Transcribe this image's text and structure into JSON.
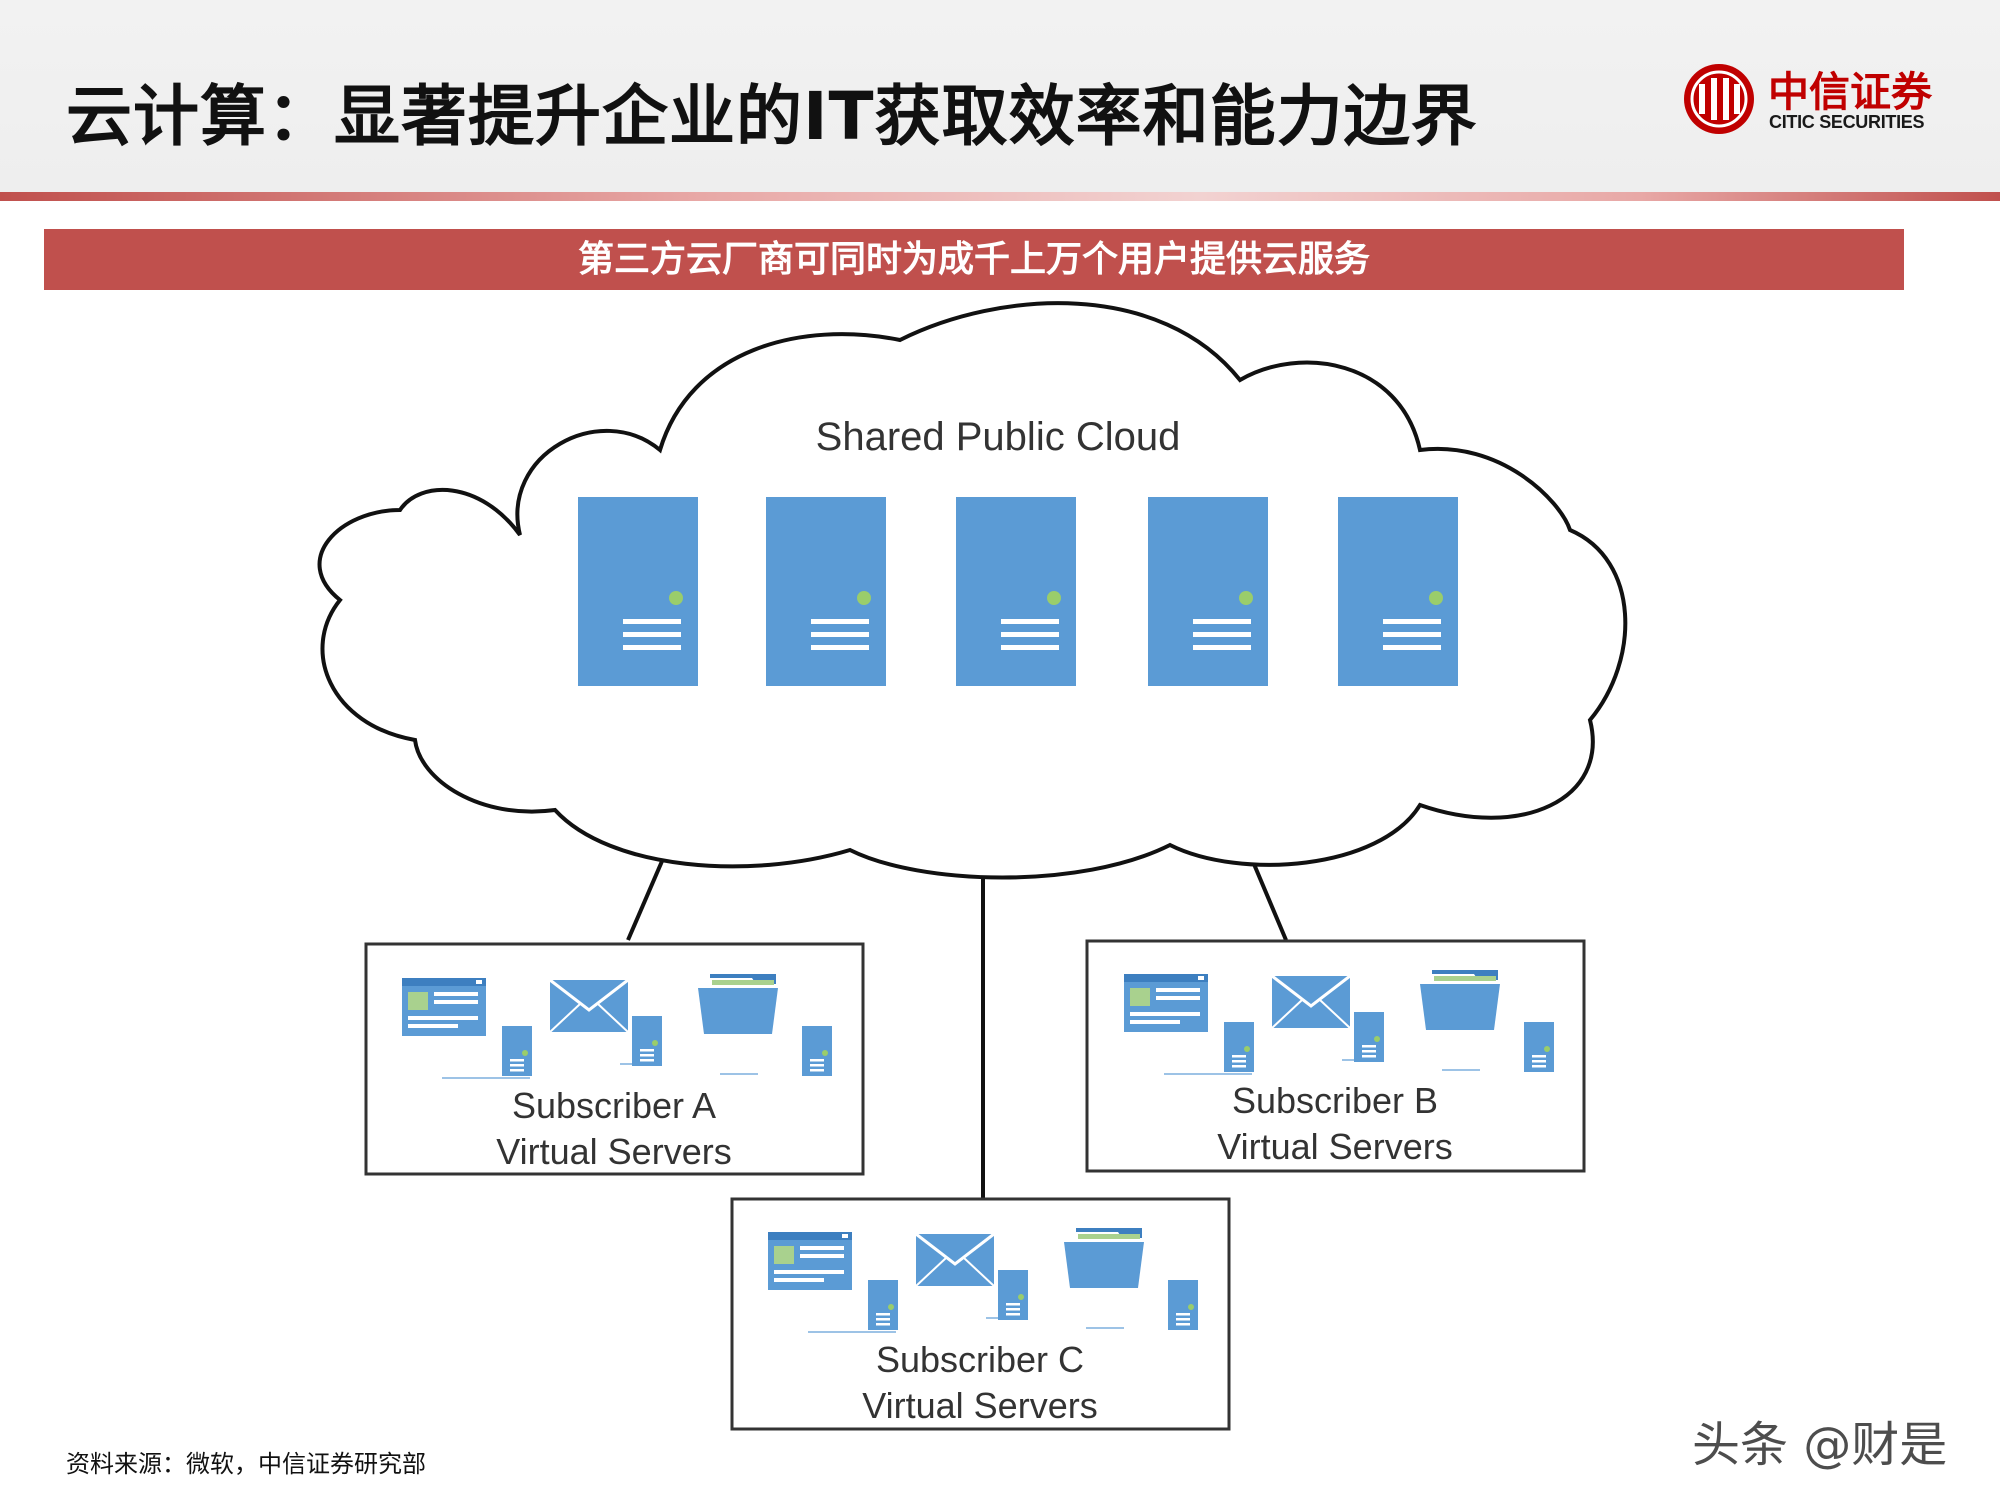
{
  "header": {
    "title": "云计算：显著提升企业的IT获取效率和能力边界",
    "logo": {
      "name_cn": "中信证券",
      "name_en": "CITIC SECURITIES",
      "icon": "citic-logo-icon",
      "color": "#c00000"
    }
  },
  "banner": {
    "text": "第三方云厂商可同时为成千上万个用户提供云服务",
    "color": "#c0504d"
  },
  "diagram": {
    "cloud_label": "Shared Public Cloud",
    "server_count": 5,
    "server_color": "#5b9bd5",
    "server_led_color": "#9acd6b",
    "subscribers": [
      {
        "line1": "Subscriber A",
        "line2": "Virtual Servers"
      },
      {
        "line1": "Subscriber B",
        "line2": "Virtual Servers"
      },
      {
        "line1": "Subscriber C",
        "line2": "Virtual Servers"
      }
    ],
    "subscriber_icons": [
      "browser-window-icon",
      "mail-envelope-icon",
      "folder-icon",
      "server-icon"
    ]
  },
  "footer": {
    "source": "资料来源：微软，中信证券研究部",
    "watermark": "头条 @财是"
  }
}
